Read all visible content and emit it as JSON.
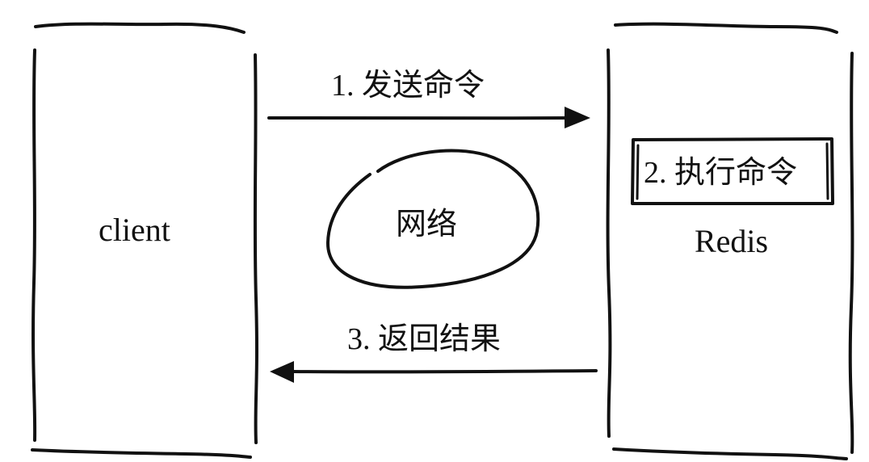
{
  "nodes": {
    "client": {
      "label": "client"
    },
    "redis": {
      "label": "Redis"
    },
    "network": {
      "label": "网络"
    }
  },
  "steps": [
    {
      "label": "1. 发送命令"
    },
    {
      "label": "2. 执行命令"
    },
    {
      "label": "3. 返回结果"
    }
  ],
  "colors": {
    "ink": "#111111",
    "background": "#ffffff"
  }
}
